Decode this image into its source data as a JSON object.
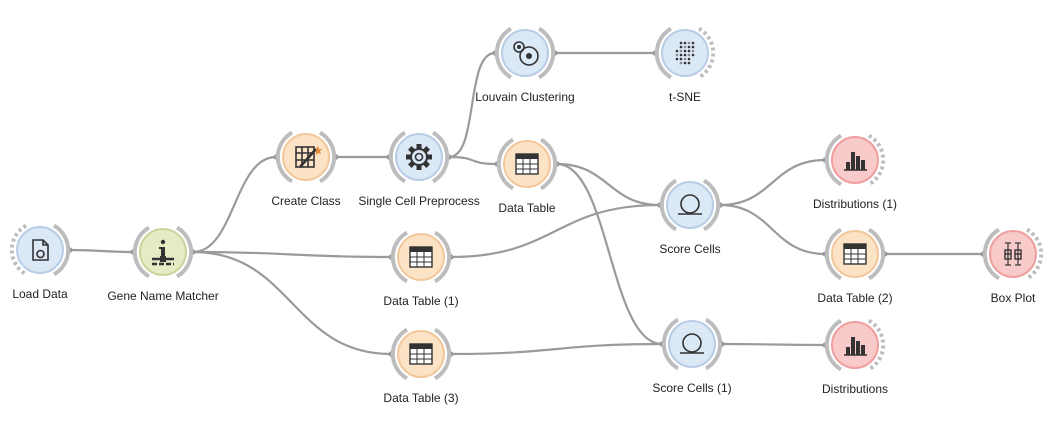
{
  "palette": {
    "link": "#9a9a9a",
    "bracket": "#bdbdbd",
    "blue_fill": "#dbe8f6",
    "blue_ring": "#b9cde6",
    "orange_fill": "#fde3c6",
    "orange_ring": "#f2c79b",
    "green_fill": "#e4ecc6",
    "green_ring": "#c9d59a",
    "red_fill": "#f9caca",
    "red_ring": "#ef9f9f",
    "icon": "#333333"
  },
  "widgets": {
    "load_data": {
      "label": "Load Data",
      "icon": "file-icon",
      "color": "blue"
    },
    "gene_name_matcher": {
      "label": "Gene Name Matcher",
      "icon": "info-icon",
      "color": "green"
    },
    "create_class": {
      "label": "Create Class",
      "icon": "create-class-icon",
      "color": "orange"
    },
    "single_cell_preprocess": {
      "label": "Single Cell Preprocess",
      "icon": "gear-icon",
      "color": "blue"
    },
    "louvain_clustering": {
      "label": "Louvain Clustering",
      "icon": "louvain-icon",
      "color": "blue"
    },
    "tsne": {
      "label": "t-SNE",
      "icon": "tsne-icon",
      "color": "blue"
    },
    "data_table": {
      "label": "Data Table",
      "icon": "table-icon",
      "color": "orange"
    },
    "data_table_1": {
      "label": "Data Table (1)",
      "icon": "table-icon",
      "color": "orange"
    },
    "data_table_3": {
      "label": "Data Table (3)",
      "icon": "table-icon",
      "color": "orange"
    },
    "score_cells": {
      "label": "Score Cells",
      "icon": "score-icon",
      "color": "blue"
    },
    "score_cells_1": {
      "label": "Score Cells (1)",
      "icon": "score-icon",
      "color": "blue"
    },
    "distributions_1": {
      "label": "Distributions (1)",
      "icon": "histogram-icon",
      "color": "red"
    },
    "distributions": {
      "label": "Distributions",
      "icon": "histogram-icon",
      "color": "red"
    },
    "data_table_2": {
      "label": "Data Table (2)",
      "icon": "table-icon",
      "color": "orange"
    },
    "box_plot": {
      "label": "Box Plot",
      "icon": "box-plot-icon",
      "color": "red"
    }
  },
  "links": [
    {
      "from": "load_data",
      "to": "gene_name_matcher"
    },
    {
      "from": "gene_name_matcher",
      "to": "create_class"
    },
    {
      "from": "gene_name_matcher",
      "to": "data_table_1"
    },
    {
      "from": "gene_name_matcher",
      "to": "data_table_3"
    },
    {
      "from": "create_class",
      "to": "single_cell_preprocess"
    },
    {
      "from": "single_cell_preprocess",
      "to": "louvain_clustering"
    },
    {
      "from": "single_cell_preprocess",
      "to": "data_table"
    },
    {
      "from": "louvain_clustering",
      "to": "tsne"
    },
    {
      "from": "data_table",
      "to": "score_cells"
    },
    {
      "from": "data_table",
      "to": "score_cells_1"
    },
    {
      "from": "data_table_1",
      "to": "score_cells"
    },
    {
      "from": "data_table_3",
      "to": "score_cells_1"
    },
    {
      "from": "score_cells",
      "to": "distributions_1"
    },
    {
      "from": "score_cells",
      "to": "data_table_2"
    },
    {
      "from": "score_cells_1",
      "to": "distributions"
    },
    {
      "from": "data_table_2",
      "to": "box_plot"
    }
  ]
}
